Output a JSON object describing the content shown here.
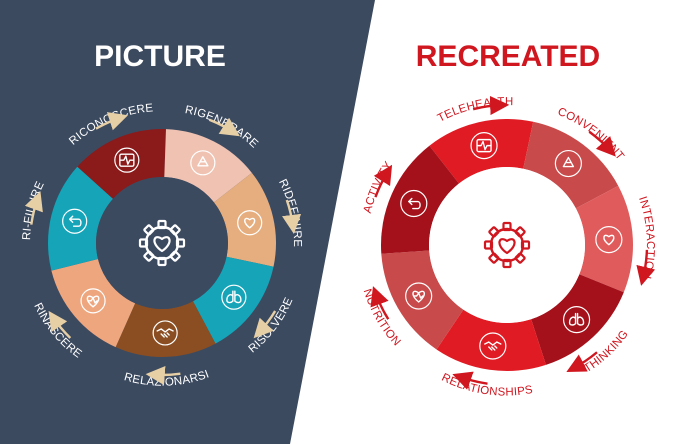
{
  "left_panel": {
    "title": "PICTURE",
    "segments": [
      {
        "label": "RICONOSCERE",
        "icon": "heartbeat-icon",
        "color": "#8b1a1a"
      },
      {
        "label": "RIGENERARE",
        "icon": "recycle-icon",
        "color": "#efc2b1"
      },
      {
        "label": "RIDEFINIRE",
        "icon": "heart-icon",
        "color": "#e6ae7e"
      },
      {
        "label": "RISOLVERE",
        "icon": "lungs-icon",
        "color": "#16a4b8"
      },
      {
        "label": "RELAZIONARSI",
        "icon": "handshake-icon",
        "color": "#8a4e22"
      },
      {
        "label": "RINASCERE",
        "icon": "heart-pulse-icon",
        "color": "#eea67f"
      },
      {
        "label": "RI-FILURE",
        "icon": "return-icon",
        "color": "#16a4b8"
      }
    ],
    "center_icon": "gear-heart-icon",
    "background": "#3c4a60"
  },
  "right_panel": {
    "title": "RECREATED",
    "segments": [
      {
        "label": "TELEHEALTH",
        "icon": "heartbeat-icon",
        "color": "#e01b24"
      },
      {
        "label": "CONVENIENT",
        "icon": "recycle-icon",
        "color": "#c94a4a"
      },
      {
        "label": "INTERACTION",
        "icon": "heart-icon",
        "color": "#e05b5b"
      },
      {
        "label": "THINKING",
        "icon": "lungs-icon",
        "color": "#a5111b"
      },
      {
        "label": "RELATIONSHIPS",
        "icon": "handshake-icon",
        "color": "#e01b24"
      },
      {
        "label": "NUTRITION",
        "icon": "heart-pulse-icon",
        "color": "#c94a4a"
      },
      {
        "label": "ACTIVITY",
        "icon": "return-icon",
        "color": "#a5111b"
      }
    ],
    "center_icon": "gear-heart-icon",
    "accent": "#d0161f"
  }
}
